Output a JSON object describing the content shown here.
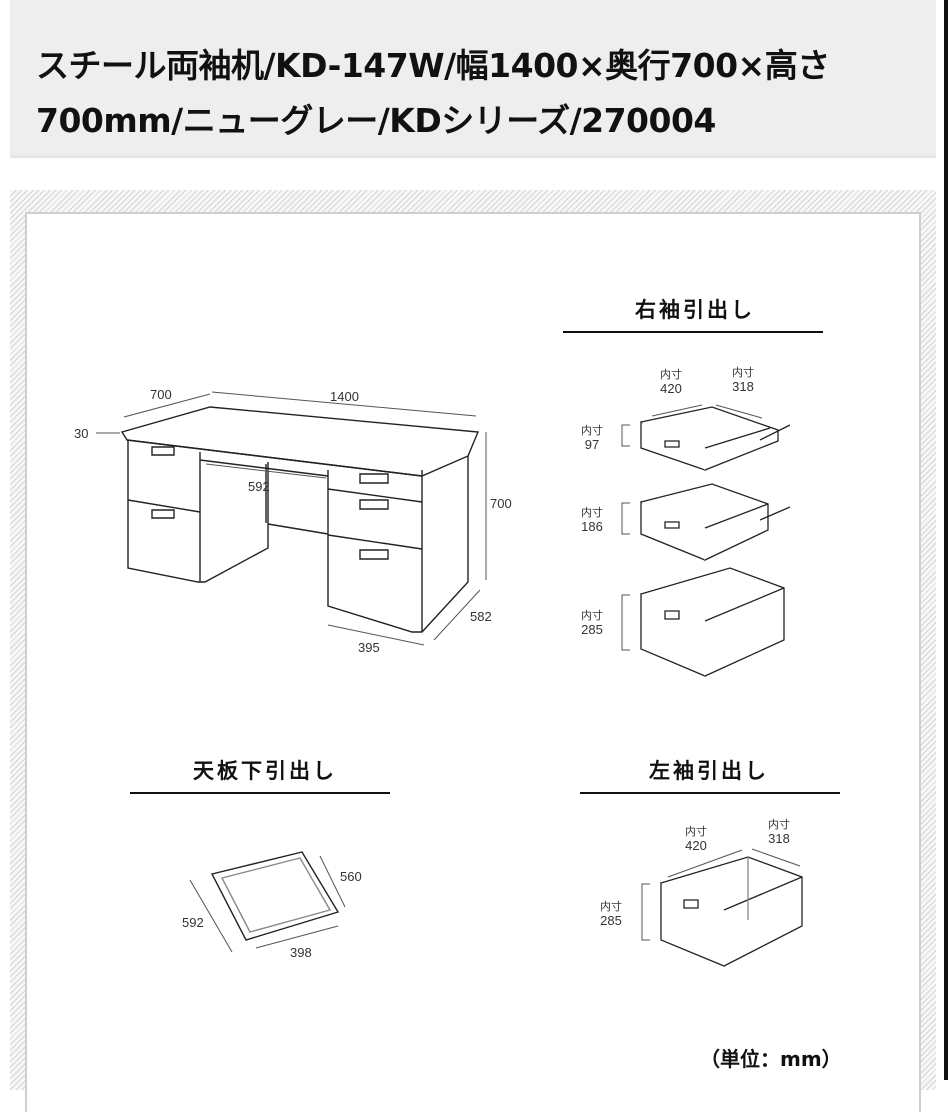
{
  "header": {
    "title": "スチール両袖机/KD-147W/幅1400×奥行700×高さ700mm/ニューグレー/KDシリーズ/270004"
  },
  "diagram": {
    "desk": {
      "dims": {
        "depth": "700",
        "width": "1400",
        "top_thickness": "30",
        "knee_width": "592",
        "height": "700",
        "pedestal_depth": "582",
        "pedestal_width": "395"
      }
    },
    "right_pedestal": {
      "title": "右袖引出し",
      "inner_label": "内寸",
      "drawers": [
        {
          "width": "420",
          "depth": "318",
          "height": "97"
        },
        {
          "height": "186"
        },
        {
          "height": "285"
        }
      ]
    },
    "center_drawer": {
      "title": "天板下引出し",
      "dims": {
        "length": "592",
        "depth": "560",
        "width": "398"
      }
    },
    "left_pedestal": {
      "title": "左袖引出し",
      "inner_label": "内寸",
      "drawer": {
        "width": "420",
        "depth": "318",
        "height": "285"
      }
    },
    "unit_note": "（単位：mm）"
  },
  "colors": {
    "header_bg": "#eeeeee",
    "line": "#222222",
    "text": "#111111"
  }
}
